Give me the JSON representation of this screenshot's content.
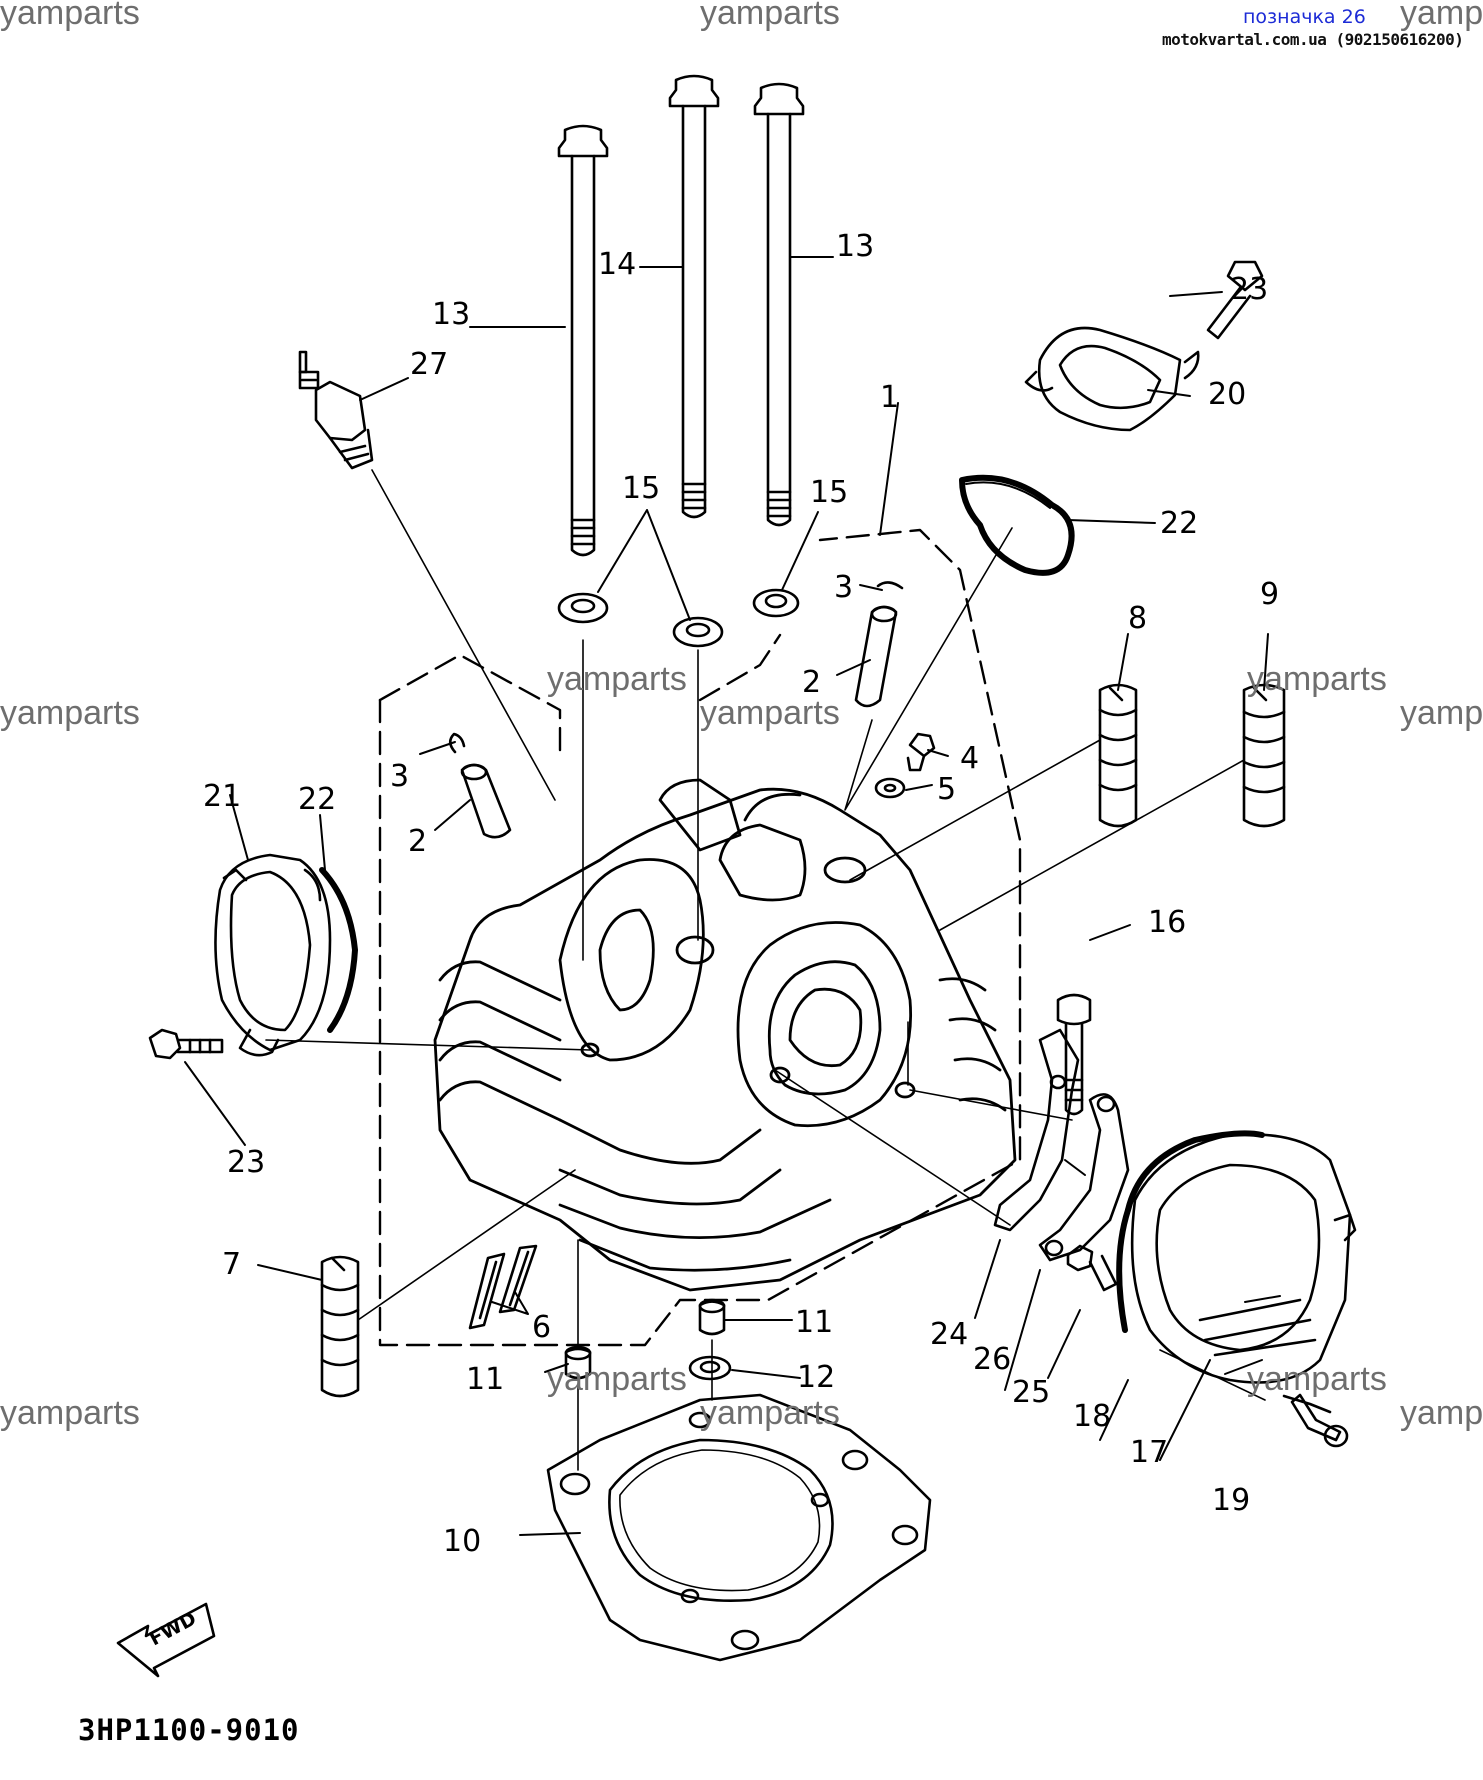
{
  "header": {
    "tag": "позначка 26",
    "source": "motokvartal.com.ua (902150616200)"
  },
  "watermark": "yamparts",
  "diagram": {
    "code": "3HP1100-9010",
    "fwd_label": "FWD",
    "callouts": [
      "1",
      "2",
      "3",
      "4",
      "5",
      "6",
      "7",
      "8",
      "9",
      "10",
      "11",
      "12",
      "13",
      "14",
      "15",
      "16",
      "17",
      "18",
      "19",
      "20",
      "21",
      "22",
      "23",
      "24",
      "25",
      "26",
      "27"
    ]
  },
  "colors": {
    "ink": "#000000",
    "tag": "#1c2bd6",
    "watermark": "#6e6e6e"
  }
}
